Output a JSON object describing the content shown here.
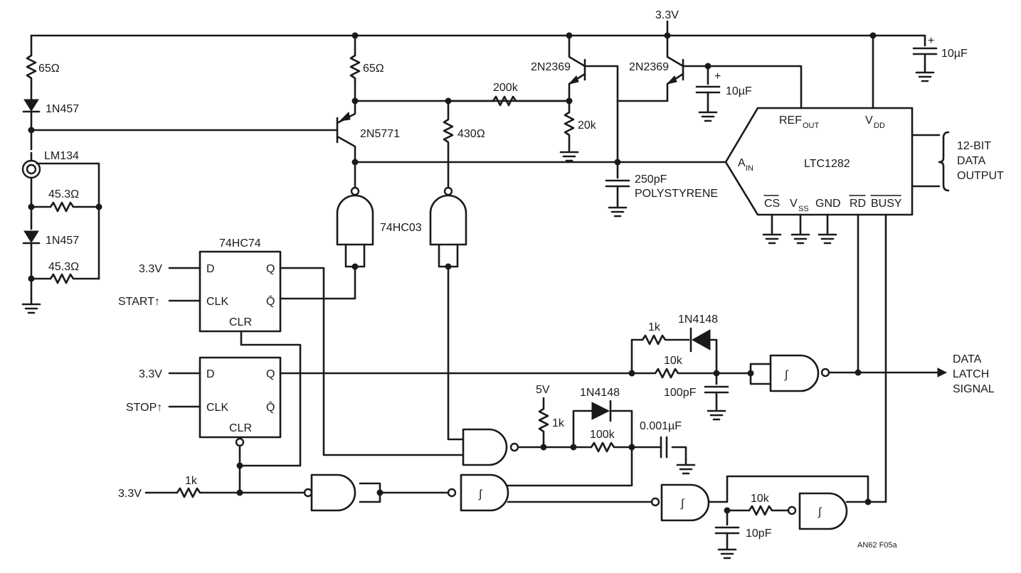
{
  "supply": {
    "main": "3.3V",
    "aux": "5V"
  },
  "caps": {
    "top_right": "10µF",
    "emitter": "10µF",
    "ain": "250pF",
    "ain_type": "POLYSTYRENE",
    "timing_100p": "100pF",
    "timing_001": "0.001µF",
    "osc": "10pF"
  },
  "resistors": {
    "r65_left": "65Ω",
    "r65_mid": "65Ω",
    "r430": "430Ω",
    "r200k": "200k",
    "r20k": "20k",
    "r45a": "45.3Ω",
    "r45b": "45.3Ω",
    "r1k_diode": "1k",
    "r10k": "10k",
    "r1k_5v": "1k",
    "r100k": "100k",
    "r1k_in": "1k",
    "r10k_osc": "10k"
  },
  "semis": {
    "d1": "1N457",
    "d2": "1N457",
    "lm134": "LM134",
    "q_pnp": "2N5771",
    "q1": "2N2369",
    "q2": "2N2369",
    "d4148a": "1N4148",
    "d4148b": "1N4148",
    "nand": "74HC03"
  },
  "ff": {
    "title": "74HC74",
    "d": "D",
    "clk": "CLK",
    "q": "Q",
    "qbar": "Q̄",
    "clr": "CLR"
  },
  "inputs": {
    "in1": "3.3V",
    "start": "START↑",
    "in2": "3.3V",
    "stop": "STOP↑",
    "in3": "3.3V"
  },
  "adc": {
    "part": "LTC1282",
    "ref": "REF",
    "ref_sub": "OUT",
    "vdd": "V",
    "vdd_sub": "DD",
    "ain": "A",
    "ain_sub": "IN",
    "cs": "CS",
    "vss": "V",
    "vss_sub": "SS",
    "gnd": "GND",
    "rd": "RD",
    "busy": "BUSY"
  },
  "output": {
    "bus": [
      "12-BIT",
      "DATA",
      "OUTPUT"
    ],
    "latch": [
      "DATA",
      "LATCH",
      "SIGNAL"
    ]
  },
  "schmitt_symbol": "∫",
  "figure_code": "AN62 F05a"
}
